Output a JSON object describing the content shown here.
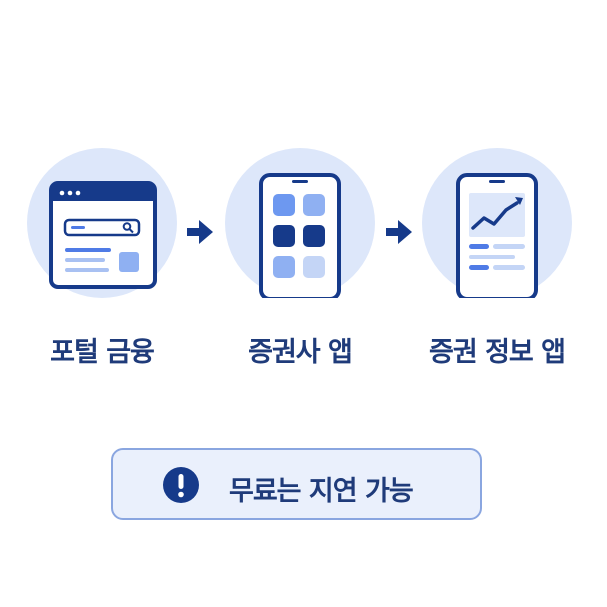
{
  "steps": [
    {
      "label": "포털 금융",
      "icon": "browser-window-icon"
    },
    {
      "label": "증권사 앱",
      "icon": "phone-app-grid-icon"
    },
    {
      "label": "증권 정보 앱",
      "icon": "phone-chart-icon"
    }
  ],
  "arrows": [
    "arrow-right-icon",
    "arrow-right-icon"
  ],
  "notice": {
    "text": "무료는 지연 가능",
    "icon": "exclamation-icon"
  },
  "colors": {
    "dark_blue": "#163a8a",
    "mid_blue": "#4f7be6",
    "light_blue": "#dde7fa",
    "text": "#1f3b7a"
  }
}
